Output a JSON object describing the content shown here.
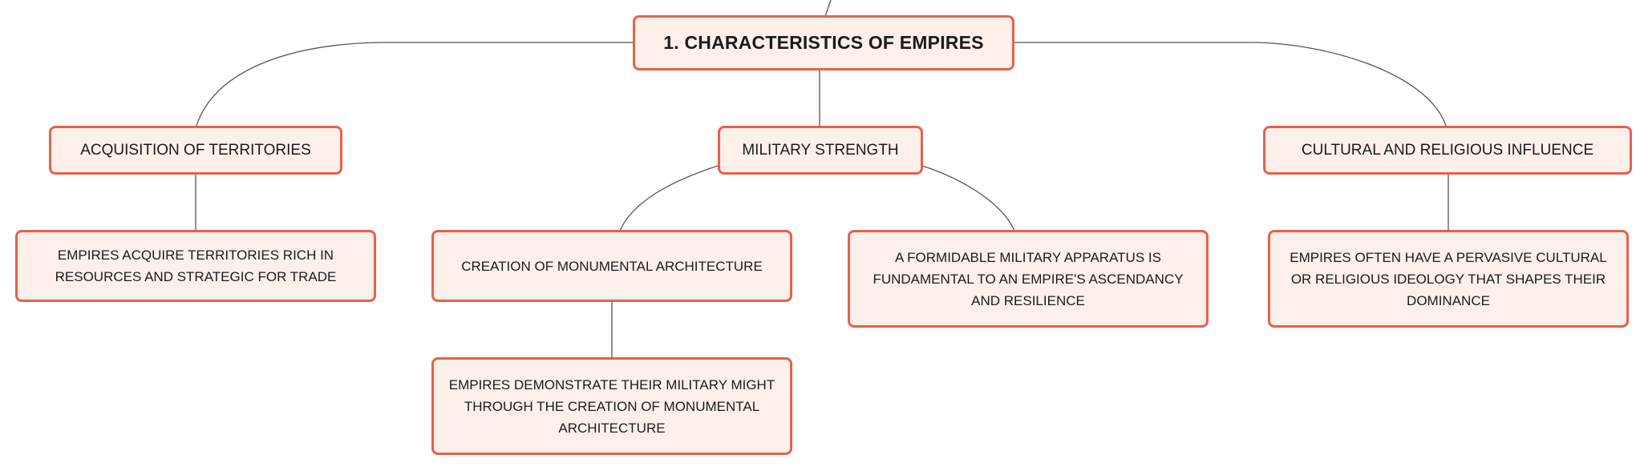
{
  "root": {
    "label": "1. CHARACTERISTICS OF EMPIRES"
  },
  "branches": [
    {
      "label": "ACQUISITION OF TERRITORIES",
      "details": [
        "EMPIRES ACQUIRE TERRITORIES RICH IN RESOURCES AND STRATEGIC FOR TRADE"
      ]
    },
    {
      "label": "MILITARY STRENGTH",
      "children": [
        {
          "label": "CREATION OF MONUMENTAL ARCHITECTURE",
          "details": [
            "EMPIRES DEMONSTRATE THEIR MILITARY MIGHT THROUGH THE CREATION OF MONUMENTAL ARCHITECTURE"
          ]
        }
      ],
      "details": [
        "A FORMIDABLE MILITARY APPARATUS IS FUNDAMENTAL TO AN EMPIRE'S ASCENDANCY AND RESILIENCE"
      ]
    },
    {
      "label": "CULTURAL AND RELIGIOUS INFLUENCE",
      "details": [
        "EMPIRES OFTEN HAVE A PERVASIVE CULTURAL OR RELIGIOUS IDEOLOGY THAT SHAPES THEIR DOMINANCE"
      ]
    }
  ],
  "colors": {
    "node_fill": "#fdf0ea",
    "node_border": "#e8604c",
    "connector": "#555555",
    "text": "#1b1b1b"
  }
}
